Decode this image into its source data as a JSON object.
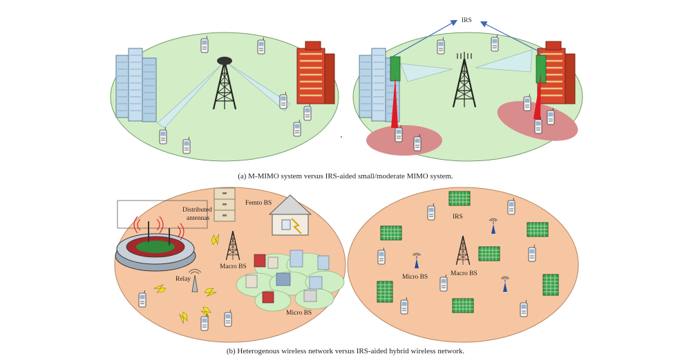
{
  "panel_a": {
    "caption": "(a)  M-MIMO system versus IRS-aided small/moderate MIMO system.",
    "irs_label": "IRS"
  },
  "panel_b": {
    "caption": "(b)  Heterogenous wireless network versus IRS-aided hybrid wireless network.",
    "left": {
      "distributed_antennas_line1": "Distributed",
      "distributed_antennas_line2": "antennas",
      "femto_bs": "Femto BS",
      "macro_bs": "Macro BS",
      "relay": "Relay",
      "micro_bs": "Micro BS"
    },
    "right": {
      "irs": "IRS",
      "micro_bs": "Micro BS",
      "macro_bs": "Macro BS"
    }
  },
  "colors": {
    "green_ellipse": "#d3edc6",
    "orange_ellipse": "#f6c6a2",
    "beam_fill": "#d3ecec",
    "red_beam": "#e01b24",
    "red_zone": "#d98c8c",
    "irs_panel": "#3aa04a",
    "arrow_blue": "#3e66b4"
  },
  "icons": [
    "phone-icon",
    "tower-icon",
    "building-icon",
    "stadium-icon",
    "house-icon",
    "irs-panel-icon",
    "micro-bs-icon",
    "lightning-icon"
  ]
}
